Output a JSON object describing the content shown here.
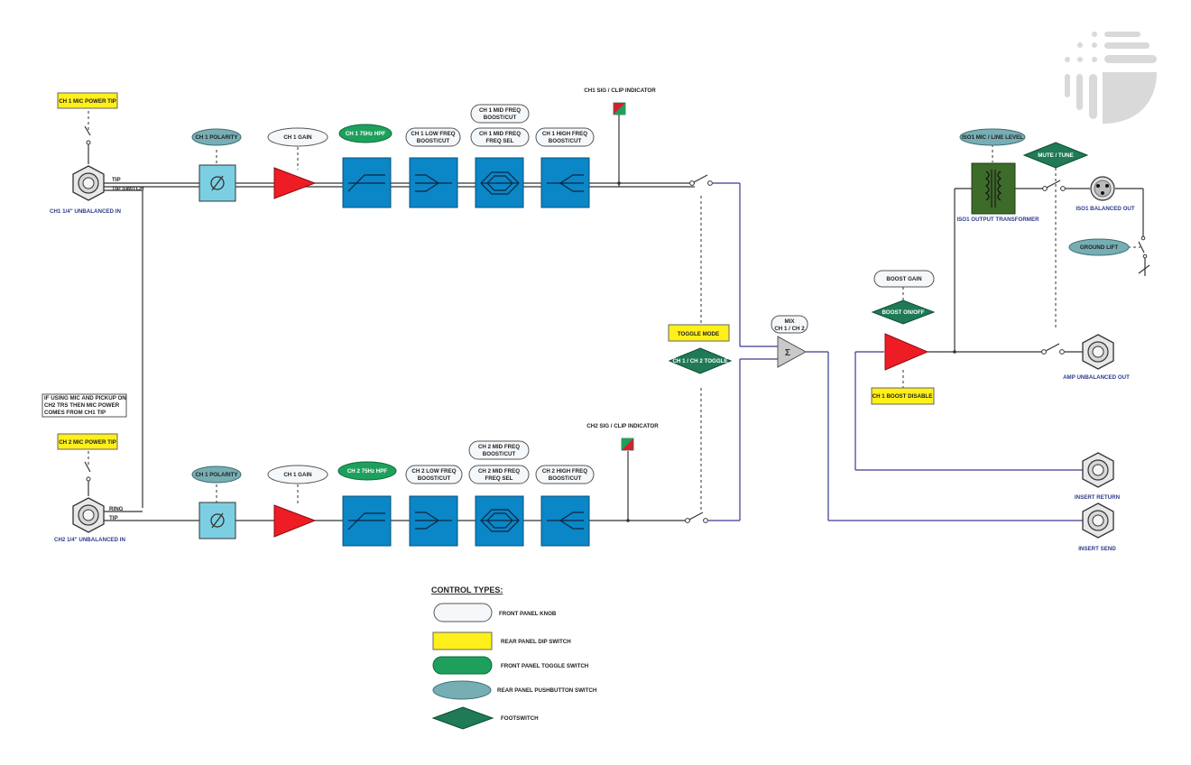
{
  "inputs": {
    "ch1_jack": "CH1 1/4\" UNBALANCED IN",
    "ch2_jack": "CH2 1/4\" UNBALANCED IN",
    "ch1_tip": "TIP",
    "ch1_tip_switch": "TIP SWITCH",
    "ch2_ring": "RING",
    "ch2_tip": "TIP",
    "ch1_mic_power": "CH 1 MIC POWER TIP",
    "ch2_mic_power": "CH 2 MIC POWER TIP",
    "note": [
      "IF USING MIC AND PICKUP ON",
      "CH2 TRS THEN MIC POWER",
      "COMES FROM CH1 TIP"
    ]
  },
  "ch1": {
    "polarity": "CH 1 POLARITY",
    "gain": "CH 1 GAIN",
    "hpf": "CH 1 75Hz HPF",
    "low": [
      "CH 1 LOW FREQ",
      "BOOST/CUT"
    ],
    "mid_boost": [
      "CH 1 MID FREQ",
      "BOOST/CUT"
    ],
    "mid_sel": [
      "CH 1 MID FREQ",
      "FREQ SEL"
    ],
    "high": [
      "CH 1 HIGH FREQ",
      "BOOST/CUT"
    ],
    "clip": "CH1 SIG / CLIP INDICATOR"
  },
  "ch2": {
    "polarity": "CH 1 POLARITY",
    "gain": "CH 1 GAIN",
    "hpf": "CH 2 75Hz HPF",
    "low": [
      "CH 2 LOW FREQ",
      "BOOST/CUT"
    ],
    "mid_boost": [
      "CH 2 MID FREQ",
      "BOOST/CUT"
    ],
    "mid_sel": [
      "CH 2 MID FREQ",
      "FREQ SEL"
    ],
    "high": [
      "CH 2 HIGH FREQ",
      "BOOST/CUT"
    ],
    "clip": "CH2 SIG / CLIP INDICATOR"
  },
  "mix": {
    "toggle_mode": "TOGGLE MODE",
    "toggle_foot": "CH 1 / CH 2 TOGGLE",
    "mix_label": [
      "MIX",
      "CH 1 / CH 2"
    ],
    "mix_symbol": "Σ"
  },
  "output": {
    "boost_gain": "BOOST GAIN",
    "boost_onoff": "BOOST ON/OFF",
    "boost_disable": "CH 1 BOOST DISABLE",
    "iso_level": "ISO1 MIC / LINE LEVEL",
    "mute": "MUTE / TUNE",
    "iso_transformer": "ISO1 OUTPUT TRANSFORMER",
    "iso_out": "ISO1 BALANCED OUT",
    "ground_lift": "GROUND LIFT",
    "amp_out": "AMP UNBALANCED OUT",
    "insert_return": "INSERT RETURN",
    "insert_send": "INSERT SEND"
  },
  "legend": {
    "title": "CONTROL TYPES:",
    "knob": "FRONT PANEL KNOB",
    "dip": "REAR PANEL DIP SWITCH",
    "toggle": "FRONT PANEL TOGGLE SWITCH",
    "push": "REAR PANEL PUSHBUTTON SWITCH",
    "foot": "FOOTSWITCH"
  },
  "colors": {
    "block_blue": "#0b86c6",
    "knob_white": "#f5f8fb",
    "dip_yellow": "#ffef1a",
    "toggle_green": "#1ea05c",
    "push_teal": "#76aeb4",
    "foot_green": "#1f7a55",
    "gain_red": "#ee1c24",
    "polarity_cyan": "#7ccfe3",
    "transformer_green": "#3d6b2a"
  }
}
